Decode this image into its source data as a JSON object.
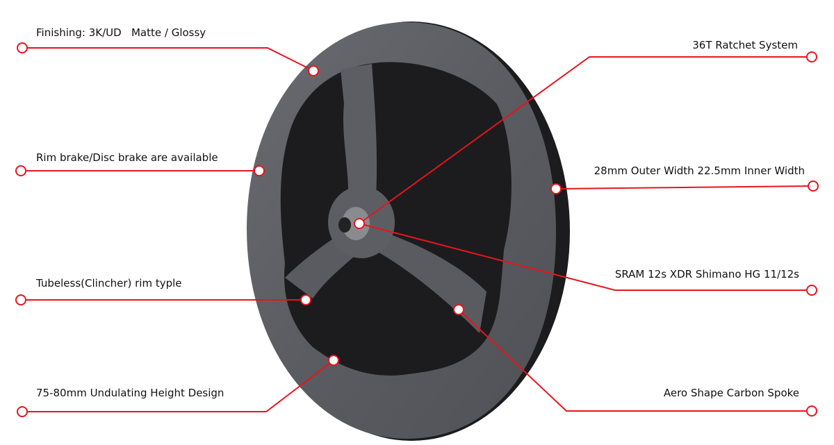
{
  "colors": {
    "callout": "#e8141c",
    "wheel": "#5f6064",
    "rim": "#1c1c1e"
  },
  "callouts": {
    "finishing": "Finishing: 3K/UD   Matte / Glossy",
    "brake": "Rim brake/Disc brake are available",
    "rim_type": "Tubeless(Clincher) rim typle",
    "height": "75-80mm Undulating Height Design",
    "ratchet": "36T Ratchet System",
    "width": "28mm Outer Width 22.5mm Inner Width",
    "freehub": "SRAM 12s XDR Shimano HG 11/12s",
    "spoke": "Aero Shape Carbon Spoke"
  }
}
